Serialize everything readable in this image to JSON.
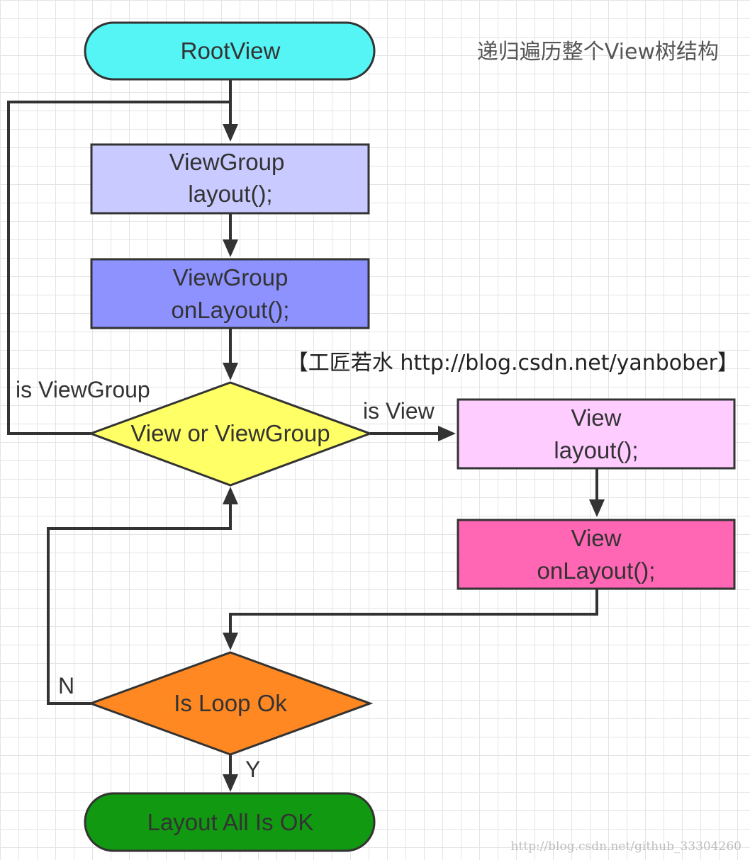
{
  "nodes": {
    "root": {
      "text": "RootView",
      "color": "#55f5f5"
    },
    "viewgroup_layout": {
      "line1": "ViewGroup",
      "line2": "layout();",
      "color": "#c9caff"
    },
    "viewgroup_onlayout": {
      "line1": "ViewGroup",
      "line2": "onLayout();",
      "color": "#8d92ff"
    },
    "decision_type": {
      "text": "View or ViewGroup",
      "color": "#ffff66"
    },
    "view_layout": {
      "line1": "View",
      "line2": "layout();",
      "color": "#ffccff"
    },
    "view_onlayout": {
      "line1": "View",
      "line2": "onLayout();",
      "color": "#ff66b3"
    },
    "decision_loop": {
      "text": "Is Loop Ok",
      "color": "#ff8822"
    },
    "end": {
      "text": "Layout All Is OK",
      "color": "#119911"
    }
  },
  "edge_labels": {
    "is_viewgroup": "is ViewGroup",
    "is_view": "is View",
    "no": "N",
    "yes": "Y"
  },
  "note": "递归遍历整个View树结构",
  "credit": "【工匠若水 http://blog.csdn.net/yanbober】",
  "watermark": "http://blog.csdn.net/github_33304260"
}
